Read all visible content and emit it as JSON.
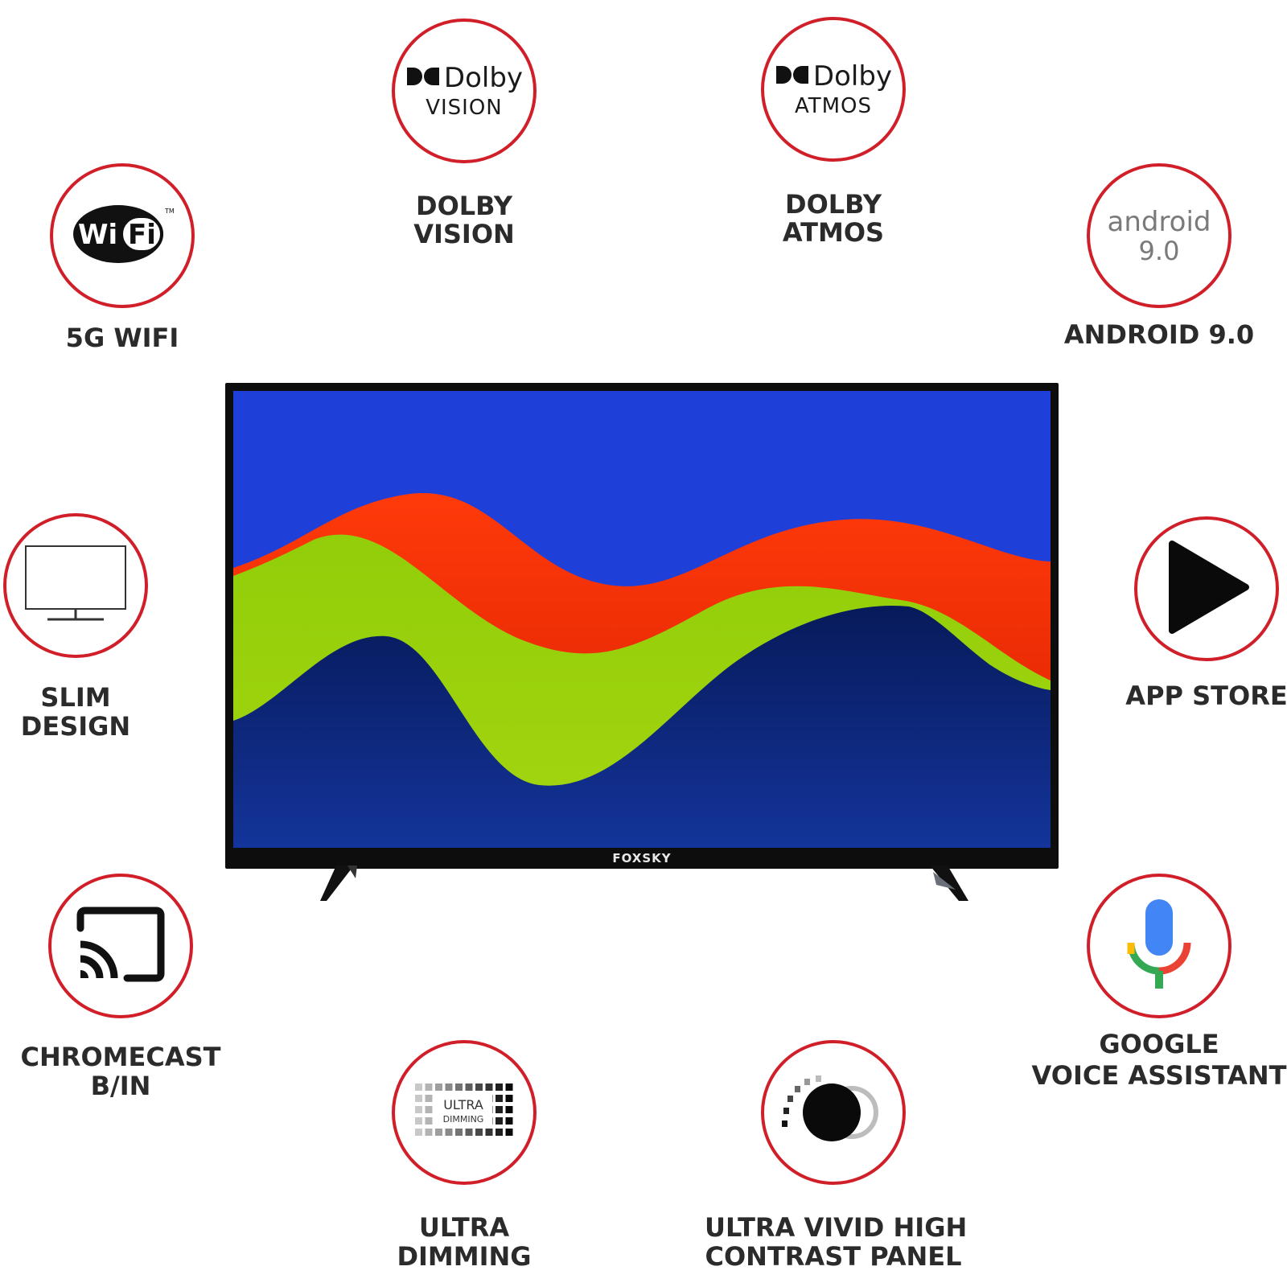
{
  "features": {
    "dolby_vision": {
      "logo_word": "Dolby",
      "logo_sub": "VISION",
      "label_line1": "DOLBY",
      "label_line2": "VISION",
      "icon": "dolby-logo-icon"
    },
    "dolby_atmos": {
      "logo_word": "Dolby",
      "logo_sub": "ATMOS",
      "label_line1": "DOLBY",
      "label_line2": "ATMOS",
      "icon": "dolby-logo-icon"
    },
    "wifi": {
      "logo_text": "Wi Fi",
      "label_line1": "5G WIFI",
      "icon": "wifi-logo-icon"
    },
    "android": {
      "logo_word": "android",
      "logo_version": "9.0",
      "label_line1": "ANDROID 9.0",
      "icon": "android-logo-icon"
    },
    "slim": {
      "label_line1": "SLIM",
      "label_line2": "DESIGN",
      "icon": "monitor-icon"
    },
    "app_store": {
      "label_line1": "APP STORE",
      "icon": "play-store-icon"
    },
    "chromecast": {
      "label_line1": "CHROMECAST",
      "label_line2": "B/IN",
      "icon": "cast-icon"
    },
    "voice": {
      "label_line1": "GOOGLE",
      "label_line2": "VOICE ASSISTANT",
      "icon": "microphone-icon"
    },
    "ultra_dimming": {
      "logo_line1": "ULTRA",
      "logo_line2": "DIMMING",
      "label_line1": "ULTRA",
      "label_line2": "DIMMING",
      "icon": "ultra-dimming-icon"
    },
    "contrast": {
      "label_line1": "ULTRA VIVID HIGH",
      "label_line2": "CONTRAST PANEL",
      "icon": "contrast-icon"
    }
  },
  "tv": {
    "brand": "FOXSKY"
  },
  "colors": {
    "badge_border": "#d11f2a",
    "screen_blue": "#1e40d8",
    "wave_red": "#ff2e0a",
    "wave_green": "#9ad40c",
    "wave_navy": "#0e2f8a"
  }
}
